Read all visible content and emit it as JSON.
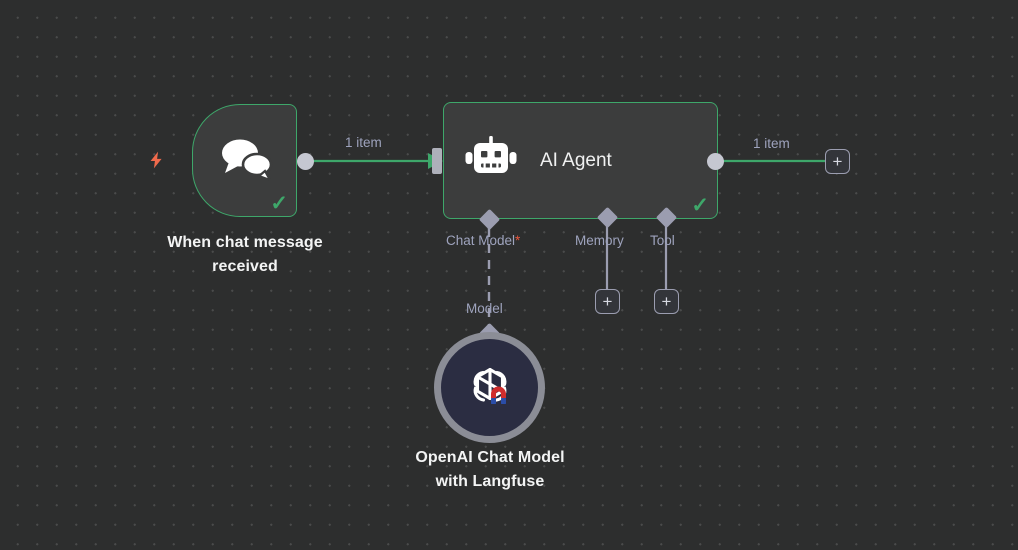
{
  "canvas": {
    "background_color": "#2d2e2e",
    "grid_dot_color": "#4a4b4b",
    "accent_green": "#3ea76a",
    "accent_orange": "#ef6a4c",
    "port_color": "#c5c7d1",
    "label_color": "#9ea3bd"
  },
  "nodes": {
    "trigger": {
      "title": "When chat message\nreceived",
      "icon": "chat-bubbles-icon",
      "status_icon": "check-icon",
      "trigger_icon": "lightning-bolt-icon"
    },
    "agent": {
      "title": "AI Agent",
      "icon": "robot-icon",
      "status_icon": "check-icon",
      "sub_connectors": [
        {
          "label": "Chat Model",
          "required_marker": "*",
          "name": "chat-model"
        },
        {
          "label": "Memory",
          "required_marker": "",
          "name": "memory"
        },
        {
          "label": "Tool",
          "required_marker": "",
          "name": "tool"
        }
      ]
    },
    "openai": {
      "title": "OpenAI Chat Model\nwith Langfuse",
      "icon": "openai-logo-icon",
      "badge_icon": "langfuse-magnet-icon"
    }
  },
  "connections": {
    "trigger_to_agent_label": "1 item",
    "agent_output_label": "1 item",
    "model_link_label": "Model"
  },
  "buttons": {
    "add_output": "+",
    "add_memory": "+",
    "add_tool": "+"
  }
}
